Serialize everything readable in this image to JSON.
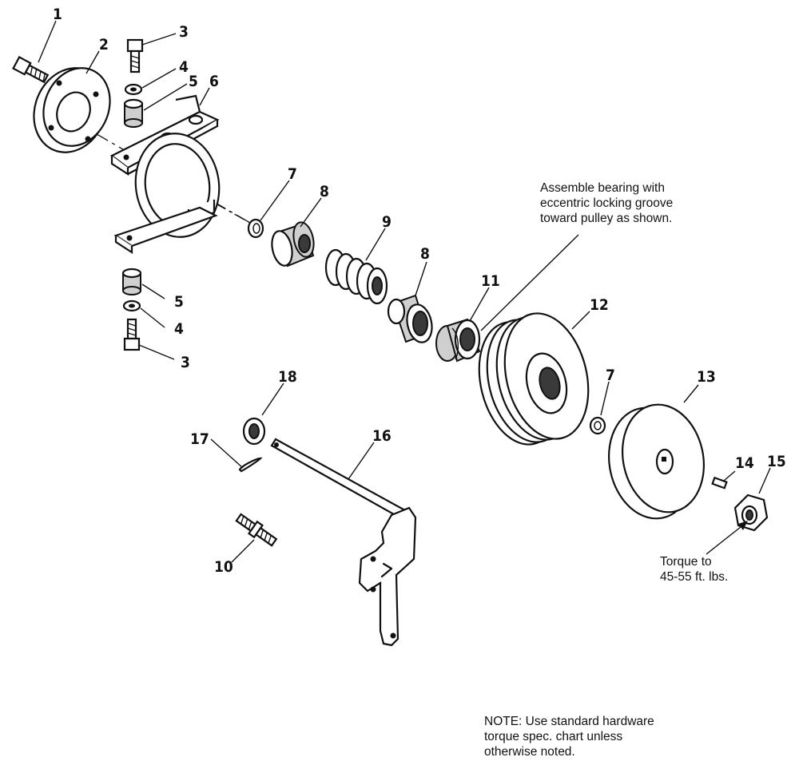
{
  "callouts": [
    {
      "id": "1",
      "text": "1"
    },
    {
      "id": "2",
      "text": "2"
    },
    {
      "id": "3a",
      "text": "3"
    },
    {
      "id": "4a",
      "text": "4"
    },
    {
      "id": "5a",
      "text": "5"
    },
    {
      "id": "6",
      "text": "6"
    },
    {
      "id": "7a",
      "text": "7"
    },
    {
      "id": "8a",
      "text": "8"
    },
    {
      "id": "9",
      "text": "9"
    },
    {
      "id": "8b",
      "text": "8"
    },
    {
      "id": "11",
      "text": "11"
    },
    {
      "id": "12",
      "text": "12"
    },
    {
      "id": "5b",
      "text": "5"
    },
    {
      "id": "4b",
      "text": "4"
    },
    {
      "id": "3b",
      "text": "3"
    },
    {
      "id": "18",
      "text": "18"
    },
    {
      "id": "7b",
      "text": "7"
    },
    {
      "id": "13",
      "text": "13"
    },
    {
      "id": "17",
      "text": "17"
    },
    {
      "id": "16",
      "text": "16"
    },
    {
      "id": "14",
      "text": "14"
    },
    {
      "id": "15",
      "text": "15"
    },
    {
      "id": "10",
      "text": "10"
    }
  ],
  "notes": {
    "bearing": "Assemble bearing with\neccentric locking groove\ntoward pulley as shown.",
    "torque": "Torque to\n45-55 ft. lbs.",
    "general": "NOTE: Use standard hardware\ntorque spec. chart unless\notherwise noted."
  }
}
